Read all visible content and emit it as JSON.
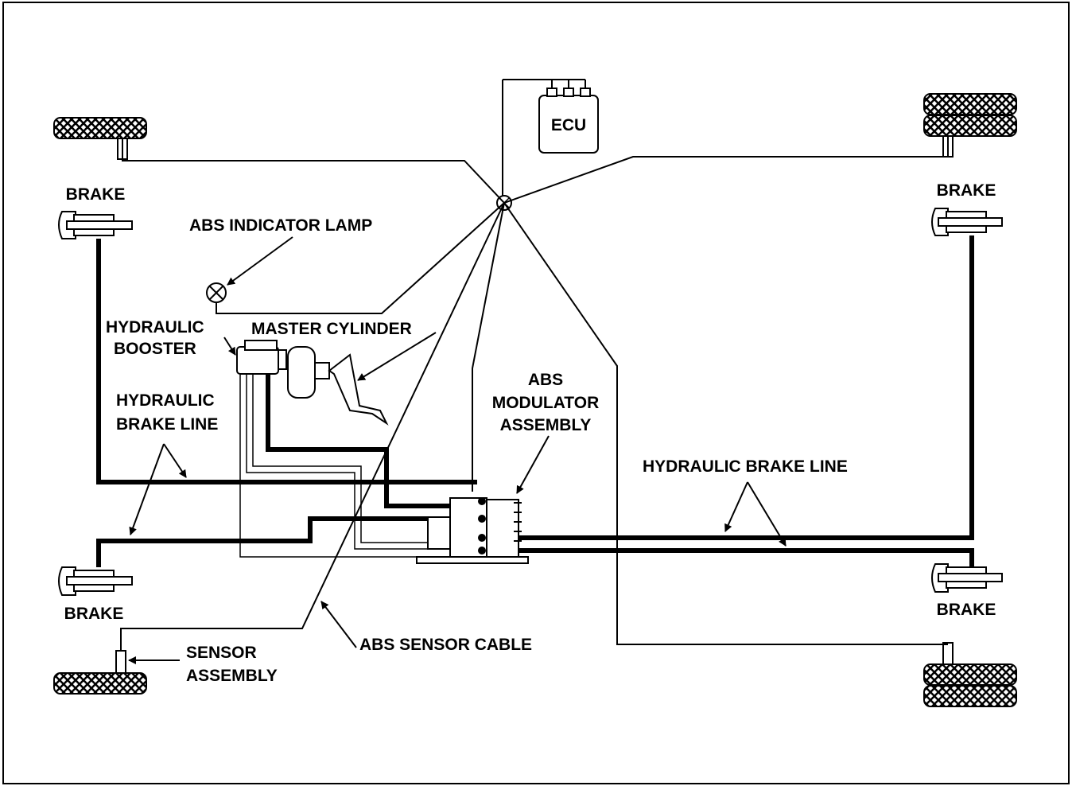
{
  "labels": {
    "ecu": "ECU",
    "brake_front_left": "BRAKE",
    "brake_front_right": "BRAKE",
    "brake_rear_left": "BRAKE",
    "brake_rear_right": "BRAKE",
    "abs_indicator_lamp": "ABS INDICATOR LAMP",
    "hydraulic_booster_line1": "HYDRAULIC",
    "hydraulic_booster_line2": "BOOSTER",
    "master_cylinder": "MASTER CYLINDER",
    "hydraulic_brake_line_left_line1": "HYDRAULIC",
    "hydraulic_brake_line_left_line2": "BRAKE LINE",
    "abs_modulator_line1": "ABS",
    "abs_modulator_line2": "MODULATOR",
    "abs_modulator_line3": "ASSEMBLY",
    "hydraulic_brake_line_right": "HYDRAULIC BRAKE LINE",
    "abs_sensor_cable": "ABS SENSOR CABLE",
    "sensor_assembly_line1": "SENSOR",
    "sensor_assembly_line2": "ASSEMBLY"
  },
  "colors": {
    "ink": "#000000",
    "background": "#ffffff"
  }
}
